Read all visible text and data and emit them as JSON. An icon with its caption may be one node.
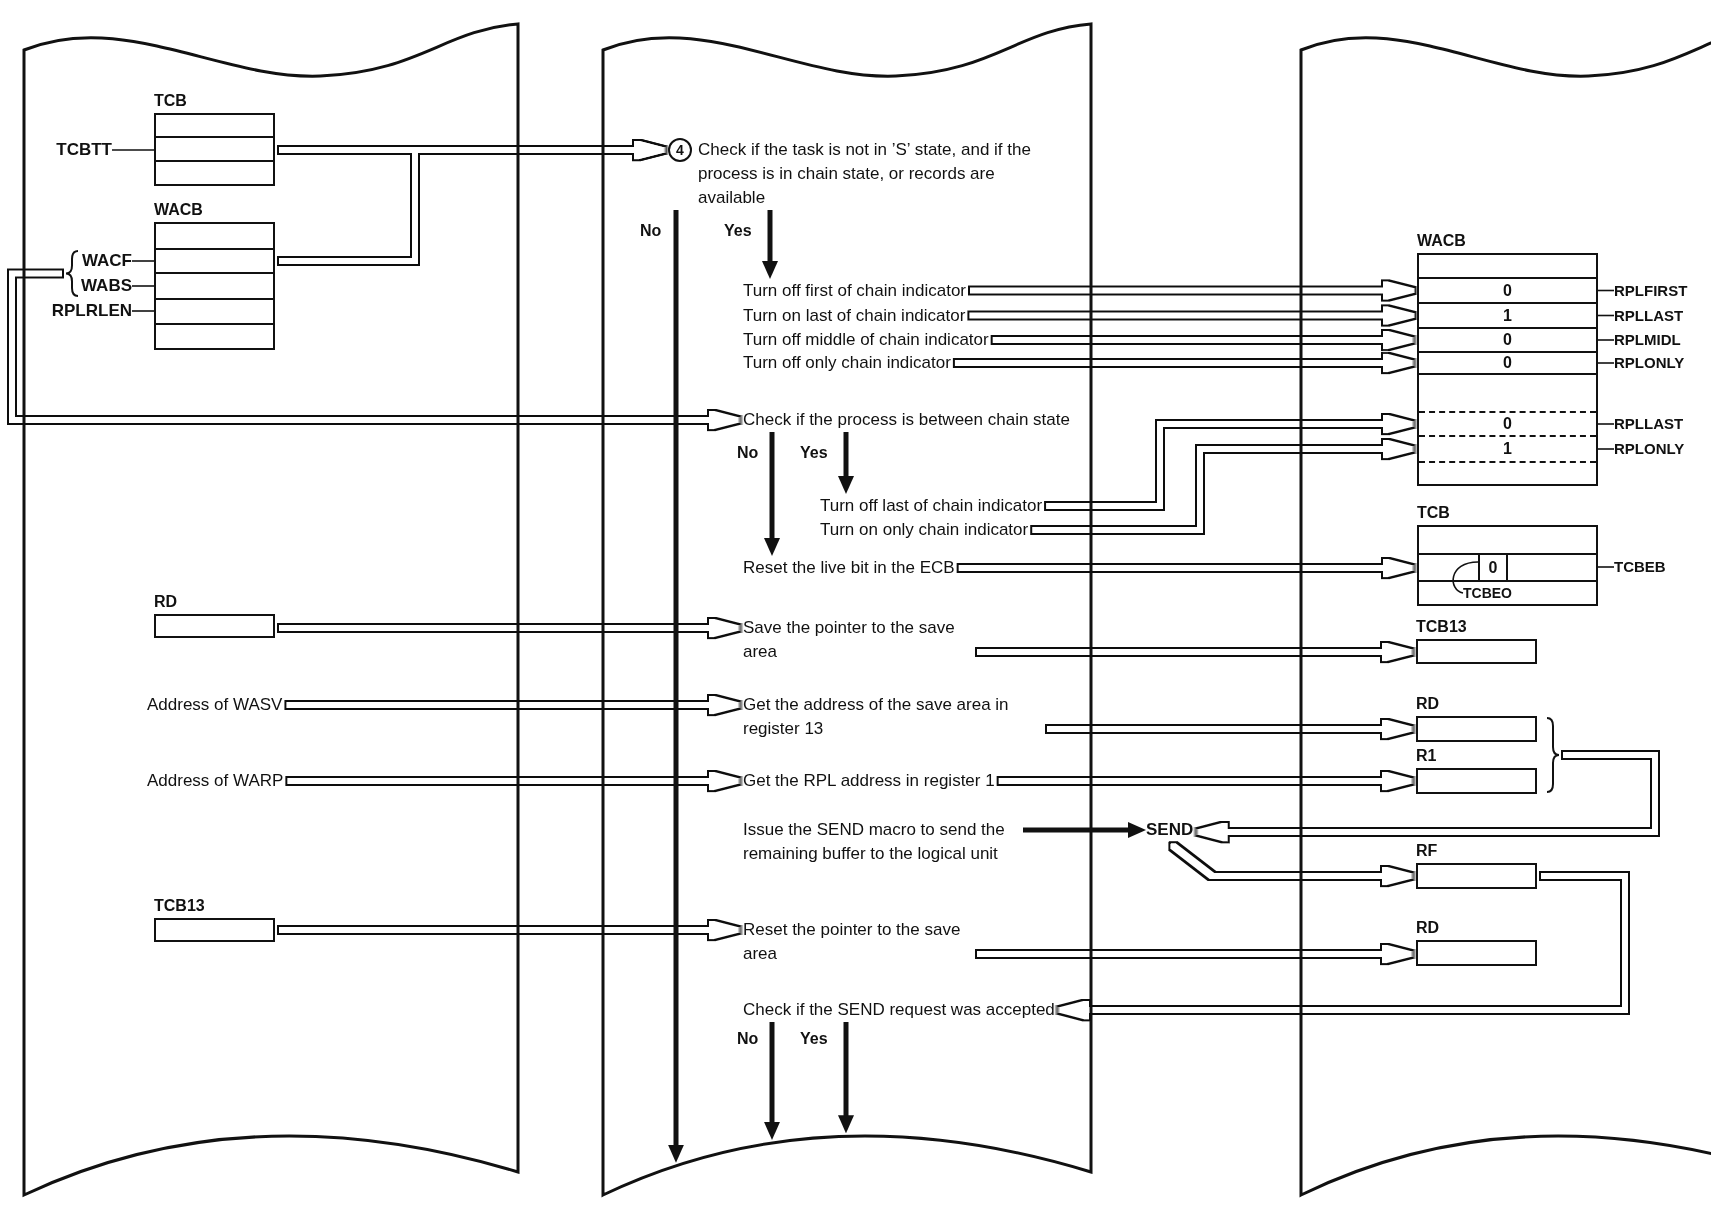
{
  "diagram": {
    "nodes": [
      {
        "text": [
          "TCB"
        ]
      },
      {
        "text": [
          "TCBTT"
        ]
      },
      {
        "text": [
          "WACB"
        ]
      },
      {
        "text": [
          "WACF"
        ]
      },
      {
        "text": [
          "WABS"
        ]
      },
      {
        "text": [
          "RPLRLEN"
        ]
      },
      {
        "text": [
          "RD"
        ]
      },
      {
        "text": [
          "Address of WASV"
        ]
      },
      {
        "text": [
          "Address of WARP"
        ]
      },
      {
        "text": [
          "TCB13"
        ]
      },
      {
        "text": [
          "4",
          "Check if the task is not in ’S’ state, and if the process is in chain state, or records are available"
        ]
      },
      {
        "text": [
          "Turn off first of chain indicator"
        ]
      },
      {
        "text": [
          "Turn on last of chain indicator"
        ]
      },
      {
        "text": [
          "Turn off middle of chain indicator"
        ]
      },
      {
        "text": [
          "Turn off only chain indicator"
        ]
      },
      {
        "text": [
          "Check if the process is between chain state"
        ]
      },
      {
        "text": [
          "Turn off last of chain indicator"
        ]
      },
      {
        "text": [
          "Turn on only chain indicator"
        ]
      },
      {
        "text": [
          "Reset the live bit in the ECB"
        ]
      },
      {
        "text": [
          "Save the pointer to the save area"
        ]
      },
      {
        "text": [
          "Get the address of the save area in register 13"
        ]
      },
      {
        "text": [
          "Get the RPL address in register 1"
        ]
      },
      {
        "text": [
          "Issue the SEND macro to send the remaining buffer to the logical unit"
        ]
      },
      {
        "text": [
          "SEND"
        ]
      },
      {
        "text": [
          "Reset the pointer to the save area"
        ]
      },
      {
        "text": [
          "Check if the SEND request was accepted"
        ]
      },
      {
        "text": [
          "WACB",
          "0",
          "1",
          "0",
          "0",
          "0",
          "1"
        ]
      },
      {
        "text": [
          "RPLFIRST"
        ]
      },
      {
        "text": [
          "RPLLAST"
        ]
      },
      {
        "text": [
          "RPLMIDL"
        ]
      },
      {
        "text": [
          "RPLONLY"
        ]
      },
      {
        "text": [
          "RPLLAST"
        ]
      },
      {
        "text": [
          "RPLONLY"
        ]
      },
      {
        "text": [
          "TCB"
        ]
      },
      {
        "text": [
          "0"
        ],
        "in": 33
      },
      {
        "text": [
          "TCBEO"
        ],
        "in": 33
      },
      {
        "text": [
          "TCBEB"
        ]
      },
      {
        "text": [
          "TCB13"
        ]
      },
      {
        "text": [
          "RD"
        ]
      },
      {
        "text": [
          "R1"
        ]
      },
      {
        "text": [
          "RF"
        ]
      },
      {
        "text": [
          "RD"
        ]
      }
    ],
    "edges": [
      {
        "from": 1,
        "to": 0,
        "arrow": "none"
      },
      {
        "from": 3,
        "to": 2,
        "arrow": "none"
      },
      {
        "from": 4,
        "to": 2,
        "arrow": "none"
      },
      {
        "from": 5,
        "to": 2,
        "arrow": "none"
      },
      {
        "from": 0,
        "to": 10,
        "arrow": "to"
      },
      {
        "from": 2,
        "to": 10,
        "arrow": "to"
      },
      {
        "from": 3,
        "to": 15,
        "arrow": "to"
      },
      {
        "from": 4,
        "to": 15,
        "arrow": "to"
      },
      {
        "from": 10,
        "to": 11,
        "arrow": "to",
        "label": "Yes",
        "style": "thick"
      },
      {
        "from": 10,
        "to": null,
        "arrow": "to",
        "label": "No",
        "style": "thick"
      },
      {
        "from": 11,
        "to": 26,
        "arrow": "to"
      },
      {
        "from": 12,
        "to": 26,
        "arrow": "to"
      },
      {
        "from": 13,
        "to": 26,
        "arrow": "to"
      },
      {
        "from": 14,
        "to": 26,
        "arrow": "to"
      },
      {
        "from": 15,
        "to": 16,
        "arrow": "to",
        "label": "Yes",
        "style": "thick"
      },
      {
        "from": 15,
        "to": 18,
        "arrow": "to",
        "label": "No",
        "style": "thick"
      },
      {
        "from": 16,
        "to": 26,
        "arrow": "to"
      },
      {
        "from": 17,
        "to": 26,
        "arrow": "to"
      },
      {
        "from": 18,
        "to": 33,
        "arrow": "to"
      },
      {
        "from": 6,
        "to": 19,
        "arrow": "to"
      },
      {
        "from": 19,
        "to": 37,
        "arrow": "to"
      },
      {
        "from": 7,
        "to": 20,
        "arrow": "to"
      },
      {
        "from": 20,
        "to": 38,
        "arrow": "to"
      },
      {
        "from": 8,
        "to": 21,
        "arrow": "to"
      },
      {
        "from": 21,
        "to": 39,
        "arrow": "to"
      },
      {
        "from": 22,
        "to": 23,
        "arrow": "to",
        "style": "thick"
      },
      {
        "from": 38,
        "to": 23,
        "arrow": "to"
      },
      {
        "from": 39,
        "to": 23,
        "arrow": "to"
      },
      {
        "from": 23,
        "to": 40,
        "arrow": "to"
      },
      {
        "from": 9,
        "to": 24,
        "arrow": "to"
      },
      {
        "from": 24,
        "to": 41,
        "arrow": "to"
      },
      {
        "from": 40,
        "to": 25,
        "arrow": "to"
      },
      {
        "from": 25,
        "to": null,
        "arrow": "to",
        "label": "No",
        "style": "thick"
      },
      {
        "from": 25,
        "to": null,
        "arrow": "to",
        "label": "Yes",
        "style": "thick"
      },
      {
        "from": 27,
        "to": 26,
        "arrow": "none"
      },
      {
        "from": 28,
        "to": 26,
        "arrow": "none"
      },
      {
        "from": 29,
        "to": 26,
        "arrow": "none"
      },
      {
        "from": 30,
        "to": 26,
        "arrow": "none"
      },
      {
        "from": 31,
        "to": 26,
        "arrow": "none"
      },
      {
        "from": 32,
        "to": 26,
        "arrow": "none"
      },
      {
        "from": 35,
        "to": 34,
        "arrow": "none"
      },
      {
        "from": 36,
        "to": 33,
        "arrow": "none"
      }
    ]
  }
}
